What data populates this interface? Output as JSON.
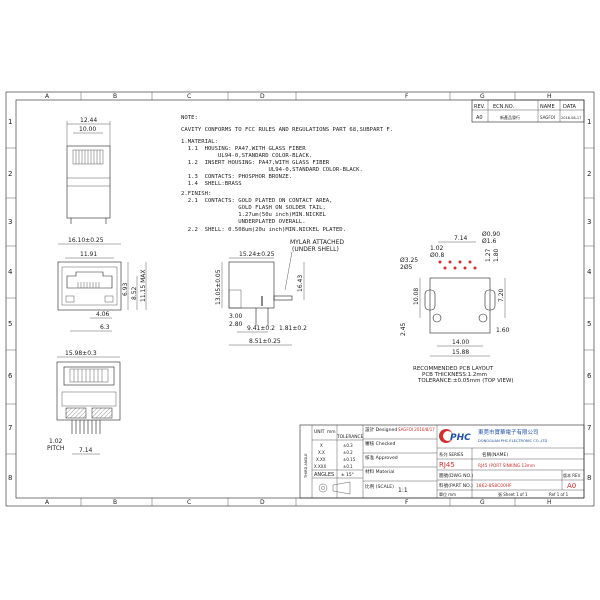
{
  "grid": {
    "columns": [
      "A",
      "B",
      "C",
      "D",
      "F",
      "G",
      "H"
    ],
    "rows": [
      "1",
      "2",
      "3",
      "4",
      "5",
      "6",
      "7",
      "8"
    ]
  },
  "revision_table": {
    "headers": [
      "REV.",
      "ECN.NO.",
      "NAME",
      "DATA"
    ],
    "row": [
      "A0",
      "新產品發行",
      "SAGFOI",
      "2016-08-17"
    ]
  },
  "notes": {
    "title": "NOTE:",
    "lines": [
      "CAVITY CONFORMS TO FCC RULES AND REGULATIONS PART 68,SUBPART F.",
      "1.MATERIAL:",
      "  1.1  HOUSING: PA47,WITH GLASS FIBER",
      "           UL94-0,STANDARD COLOR-BLACK.",
      "  1.2  INSERT HOUSING: PA47,WITH GLASS FIBER",
      "                          UL94-0,STANDARD COLOR-BLACK.",
      "  1.3  CONTACTS: PHOSPHOR BRONZE.",
      "  1.4  SHELL:BRASS",
      "2.FINISH:",
      "  2.1  CONTACTS: GOLD PLATED ON CONTACT AREA,",
      "                 GOLD FLASH ON SOLDER TAIL,",
      "                 1.27um(50u inch)MIN.NICKEL",
      "                 UNDERPLATED OVERALL.",
      "  2.2  SHELL: 0.508um(20u inch)MIN.NICKEL PLATED."
    ]
  },
  "dimensions": {
    "top_width_outer": "12.44",
    "top_width_inner": "10.00",
    "front_width": "16.10±0.25",
    "port_width": "11.91",
    "h_693": "6.93",
    "h_852": "8.52",
    "h_max": "11.15 MAX",
    "w_406": "4.06",
    "w_63": "6.3",
    "bottom_width": "15.98±0.3",
    "pitch_value": "1.02",
    "pitch_label": "PITCH",
    "w_714": "7.14",
    "side_len": "15.24±0.25",
    "side_h": "13.05±0.05",
    "side_1643": "16.43",
    "side_300": "3.00",
    "side_280": "2.80",
    "side_941": "9.41±0.2",
    "side_181": "1.81±0.2",
    "side_851": "8.51±0.25",
    "mylar": "MYLAR ATTACHED",
    "mylar2": "(UNDER SHELL)",
    "pcb_714": "7.14",
    "pcb_090": "Ø0.90",
    "pcb_090b": "Ø1.6",
    "pcb_102": "1.02",
    "pcb_102b": "Ø0.8",
    "pcb_102c": "1.27",
    "pcb_180": "1.80",
    "pcb_325": "Ø3.25",
    "pcb_325b": "2Ø5",
    "pcb_1008": "10.08",
    "pcb_720": "7.20",
    "pcb_245": "2.45",
    "pcb_160": "1.60",
    "pcb_1400": "14.00",
    "pcb_1588": "15.88"
  },
  "pcb_layout": {
    "title": "RECOMMENDED PCB LAYOUT",
    "thickness": "PCB THICKNESS:1.2mm",
    "tolerance": "TOLERANCE:±0.05mm  (TOP VIEW)"
  },
  "title_block": {
    "units": "UNIT",
    "unit_val": "mm",
    "tol_label": "TOLERANCE",
    "designed": "設計 Designed",
    "designer": "SAGFOI 2016/8/17",
    "checked": "審核 Checked",
    "approved": "核准 Approved",
    "material": "材料 Material",
    "scale": "比例 (SCALE)",
    "scale_val": "1:1",
    "angles": "ANGLES",
    "angle_tol": "± 15°",
    "tol_rows": [
      "±0.3",
      "±0.2",
      "±0.15",
      "±0.1"
    ],
    "tol_keys": [
      "X",
      "X.X",
      "X.XX",
      "X.XXX"
    ],
    "company_logo": "PHC",
    "company_cn": "東莞市寶華電子有限公司",
    "company_en": "DONGGUAN PHC ELECTRONIC CO.,LTD",
    "series_label": "系列 SERIES",
    "series_val": "RJ45",
    "name_label": "名稱(NAME)",
    "name_val": "RJ45 (PORT SINKING 13mm",
    "dwg_label": "圖號(DWG NO.)",
    "part_label": "料號(PART NO.)",
    "part_val": "1862-8S8C00HF",
    "rev_label": "版本 REV.",
    "rev_val": "A0",
    "sheet_label": "張 Sheet 1 of 1",
    "unit_label2": "單位 mm",
    "ref_label": "Ref 1 of 1",
    "trad_mark": "THIRD ANGLE"
  },
  "colors": {
    "line": "#222222",
    "red": "#d0302f",
    "logo_blue": "#1f4fa8"
  }
}
